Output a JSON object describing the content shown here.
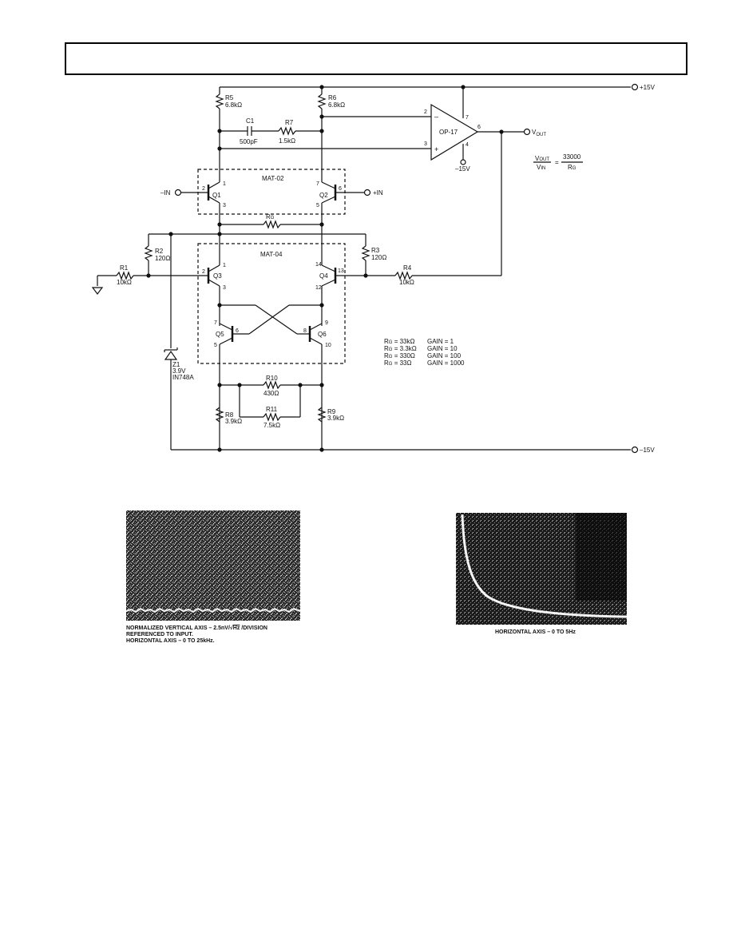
{
  "schematic": {
    "supply_pos": "+15V",
    "supply_neg": "–15V",
    "amp_supply_neg": "–15V",
    "opamp": {
      "name": "OP-17",
      "pins": [
        "2",
        "3",
        "7",
        "6",
        "4"
      ],
      "minus": "–",
      "plus": "+"
    },
    "vout_label": "V",
    "vout_sub": "OUT",
    "gain_formula": {
      "num_main": "V",
      "num_sub": "OUT",
      "den_main": "V",
      "den_sub": "IN",
      "rhs_num": "33000",
      "rhs_den_main": "R",
      "rhs_den_sub": "G",
      "eq": "="
    },
    "in_minus": "–IN",
    "in_plus": "+IN",
    "matched_pairs": [
      "MAT-02",
      "MAT-04"
    ],
    "transistors": [
      "Q1",
      "Q2",
      "Q3",
      "Q4",
      "Q5",
      "Q6"
    ],
    "pins": {
      "q1": [
        "1",
        "2",
        "3"
      ],
      "q2": [
        "7",
        "6",
        "5"
      ],
      "q3": [
        "1",
        "2",
        "3"
      ],
      "q4": [
        "14",
        "13",
        "12"
      ],
      "q5": [
        "7",
        "6",
        "5"
      ],
      "q6": [
        "8",
        "9",
        "10"
      ]
    },
    "rg_label_main": "R",
    "rg_label_sub": "G",
    "components": {
      "r5": {
        "name": "R5",
        "value": "6.8kΩ"
      },
      "r6": {
        "name": "R6",
        "value": "6.8kΩ"
      },
      "c1": {
        "name": "C1",
        "value": "500pF"
      },
      "r7": {
        "name": "R7",
        "value": "1.5kΩ"
      },
      "r1": {
        "name": "R1",
        "value": "10kΩ"
      },
      "r2": {
        "name": "R2",
        "value": "120Ω"
      },
      "r3": {
        "name": "R3",
        "value": "120Ω"
      },
      "r4": {
        "name": "R4",
        "value": "10kΩ"
      },
      "z1": {
        "name": "Z1",
        "value": "3.9V",
        "part": "IN748A"
      },
      "r10": {
        "name": "R10",
        "value": "430Ω"
      },
      "r11": {
        "name": "R11",
        "value": "7.5kΩ"
      },
      "r8": {
        "name": "R8",
        "value": "3.9kΩ"
      },
      "r9": {
        "name": "R9",
        "value": "3.9kΩ"
      }
    },
    "gain_table": [
      {
        "rg": "= 33kΩ",
        "gain": "GAIN = 1"
      },
      {
        "rg": "= 3.3kΩ",
        "gain": "GAIN = 10"
      },
      {
        "rg": "= 330Ω",
        "gain": "GAIN = 100"
      },
      {
        "rg": "= 33Ω",
        "gain": "GAIN = 1000"
      }
    ]
  },
  "scope_left": {
    "caption_line1_pre": "NORMALIZED VERTICAL AXIS – 2.5nV/",
    "caption_line1_root": "√",
    "caption_line1_hz": "Hz",
    "caption_line1_post": " /DIVISION",
    "caption_line2": "REFERENCED TO INPUT.",
    "caption_line3": "HORIZONTAL AXIS – 0 TO 25kHz."
  },
  "scope_right": {
    "caption": "HORIZONTAL AXIS – 0 TO 5Hz"
  }
}
